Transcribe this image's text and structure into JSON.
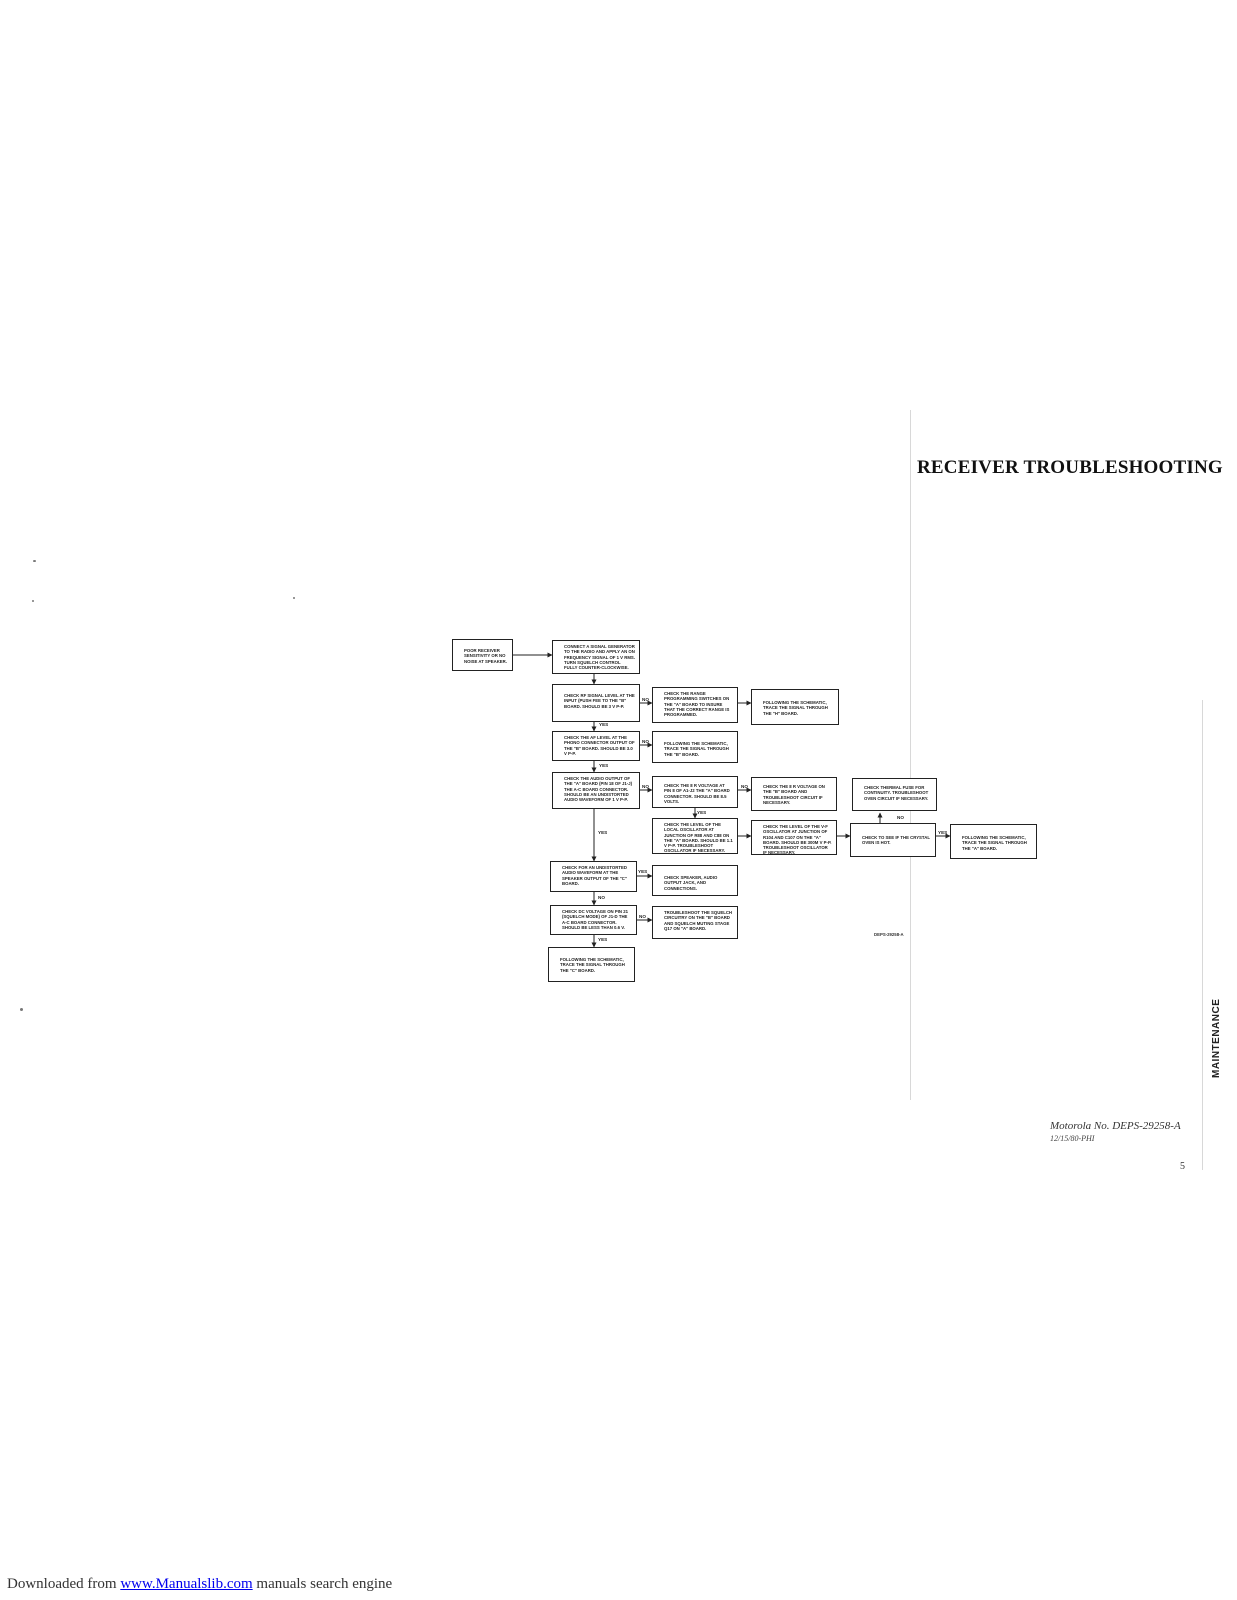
{
  "title": "RECEIVER TROUBLESHOOTING",
  "side_label": "MAINTENANCE",
  "doc_number": "Motorola No. DEPS-29258-A",
  "doc_date": "12/15/80-PHI",
  "page_number": "5",
  "diagram_code": "DEPS-29258-A",
  "footer": {
    "prefix": "Downloaded from ",
    "link": "www.Manualslib.com",
    "suffix": " manuals search engine"
  },
  "nodes": {
    "poor_receiver": "POOR RECEIVER SENSITIVITY OR NO NOISE AT SPEAKER.",
    "connect_generator": "CONNECT A SIGNAL GENERATOR TO THE RADIO AND APPLY AN ON FREQUENCY SIGNAL OF 1 V RMS. TURN SQUELCH CONTROL FULLY COUNTER-CLOCKWISE.",
    "check_rf_level": "CHECK RF SIGNAL LEVEL AT THE INPUT (PUSH FEE TO THE \"B\" BOARD. SHOULD BE 3 V P-P.",
    "check_range": "CHECK THE RANGE PROGRAMMING SWITCHES ON THE \"A\" BOARD TO INSURE THAT THE CORRECT RANGE IS PROGRAMMED.",
    "follow_h": "FOLLOWING THE SCHEMATIC, TRACE THE SIGNAL THROUGH THE \"H\" BOARD.",
    "check_af_level": "CHECK THE AF LEVEL AT THE PHONO CONNECTOR OUTPUT OF THE \"B\" BOARD. SHOULD BE 3.0 V P-P.",
    "follow_b": "FOLLOWING THE SCHEMATIC, TRACE THE SIGNAL THROUGH THE \"B\" BOARD.",
    "check_audio_output": "CHECK THE AUDIO OUTPUT OF THE \"A\" BOARD (PIN 18 OF J1-J) THE A-C BOARD CONNECTOR. SHOULD BE AN UNDISTORTED AUDIO WAVEFORM OF 1 V P-P.",
    "check_8r": "CHECK THE 8 R VOLTAGE AT PIN 8 OF A1-J2 THE \"A\" BOARD CONNECTOR. SHOULD BE 8.5 VOLTS.",
    "check_8r_b": "CHECK THE 8 R VOLTAGE ON THE \"B\" BOARD AND TROUBLESHOOT CIRCUIT IF NECESSARY.",
    "check_thermal": "CHECK THERMAL FUSE FOR CONTINUITY. TROUBLESHOOT OVEN CIRCUIT IF NECESSARY.",
    "check_local_osc": "CHECK THE LEVEL OF THE LOCAL OSCILLATOR AT JUNCTION OF R88 AND C88 ON THE \"A\" BOARD. SHOULD BE 1.1 V P-P. TROUBLESHOOT OSCILLATOR IF NECESSARY.",
    "check_vf_osc": "CHECK THE LEVEL OF THE V-F OSCILLATOR AT JUNCTION OF R104 AND C107 ON THE \"A\" BOARD. SHOULD BE 300M V P-P. TROUBLESHOOT OSCILLATOR IF NECESSARY.",
    "check_crystal": "CHECK TO SEE IF THE CRYSTAL OVEN IS HOT.",
    "follow_a": "FOLLOWING THE SCHEMATIC, TRACE THE SIGNAL THROUGH THE \"A\" BOARD.",
    "check_undistorted": "CHECK FOR AN UNDISTORTED AUDIO WAVEFORM AT THE SPEAKER OUTPUT OF THE \"C\" BOARD.",
    "check_speaker": "CHECK SPEAKER, AUDIO OUTPUT JACK, AND CONNECTIONS.",
    "check_dc": "CHECK DC VOLTAGE ON PIN 21 (SQUELCH MODE) OF J1-D THE A-C BOARD CONNECTOR. SHOULD BE LESS THAN 0.6 V.",
    "troubleshoot_squelch": "TROUBLESHOOT THE SQUELCH CIRCUITRY ON THE \"B\" BOARD AND SQUELCH MUTING STAGE Q17 ON \"A\" BOARD.",
    "follow_c": "FOLLOWING THE SCHEMATIC, TRACE THE SIGNAL THROUGH THE \"C\" BOARD."
  },
  "edge_labels": {
    "yes": "YES",
    "no": "NO"
  }
}
